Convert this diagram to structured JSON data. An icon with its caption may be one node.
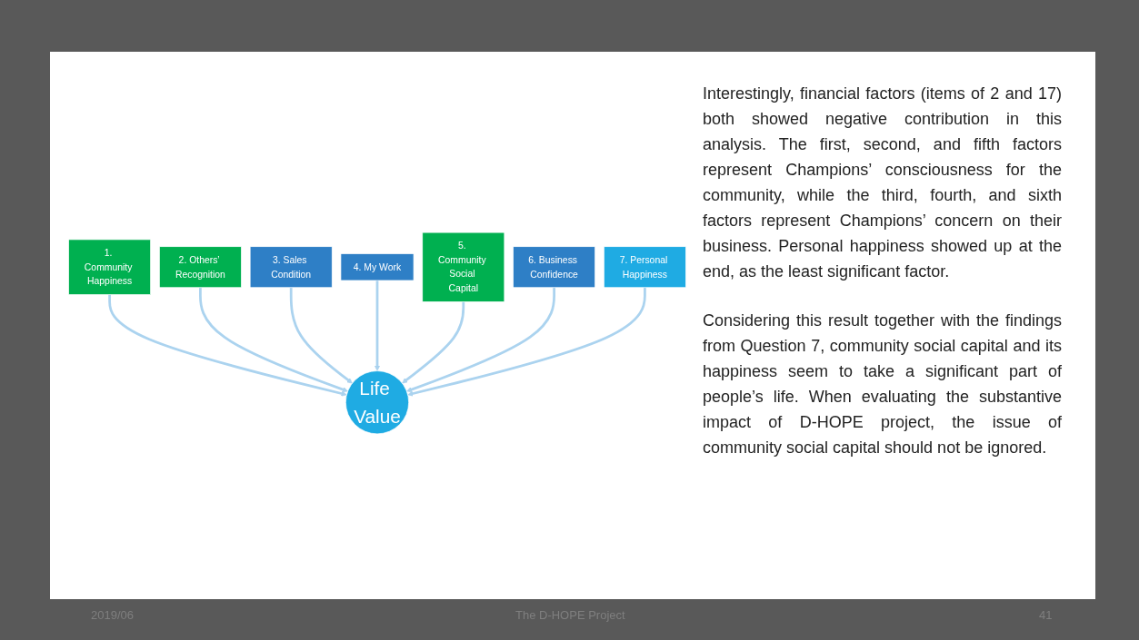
{
  "diagram": {
    "nodes": [
      {
        "text": [
          "1. Community Happiness"
        ]
      },
      {
        "text": [
          "2. Others’ Recognition"
        ]
      },
      {
        "text": [
          "3. Sales Condition"
        ]
      },
      {
        "text": [
          "4. My Work"
        ]
      },
      {
        "text": [
          "5. Community Social Capital"
        ]
      },
      {
        "text": [
          "6. Business Confidence"
        ]
      },
      {
        "text": [
          "7. Personal Happiness"
        ]
      },
      {
        "text": [
          "Life Value"
        ]
      }
    ],
    "edges": [
      {
        "from": 0,
        "to": 7,
        "arrow": "to"
      },
      {
        "from": 1,
        "to": 7,
        "arrow": "to"
      },
      {
        "from": 2,
        "to": 7,
        "arrow": "to"
      },
      {
        "from": 3,
        "to": 7,
        "arrow": "to"
      },
      {
        "from": 4,
        "to": 7,
        "arrow": "to"
      },
      {
        "from": 5,
        "to": 7,
        "arrow": "to"
      },
      {
        "from": 6,
        "to": 7,
        "arrow": "to"
      }
    ],
    "labels": [
      "Interestingly, financial factors (items of 2 and 17) both showed negative contribution in this analysis. The first, second, and fifth factors represent Champions’ consciousness for the community, while the third, fourth, and sixth factors represent Champions’ concern on their business. Personal happiness showed up at the end, as the least significant factor.",
      "Considering this result together with the findings from Question 7, community social capital and its happiness seem to take a significant part of people’s life. When evaluating the substantive impact of D-HOPE project, the issue of community social capital should not be ignored.",
      "2019/06",
      "The D-HOPE Project",
      "41"
    ]
  }
}
